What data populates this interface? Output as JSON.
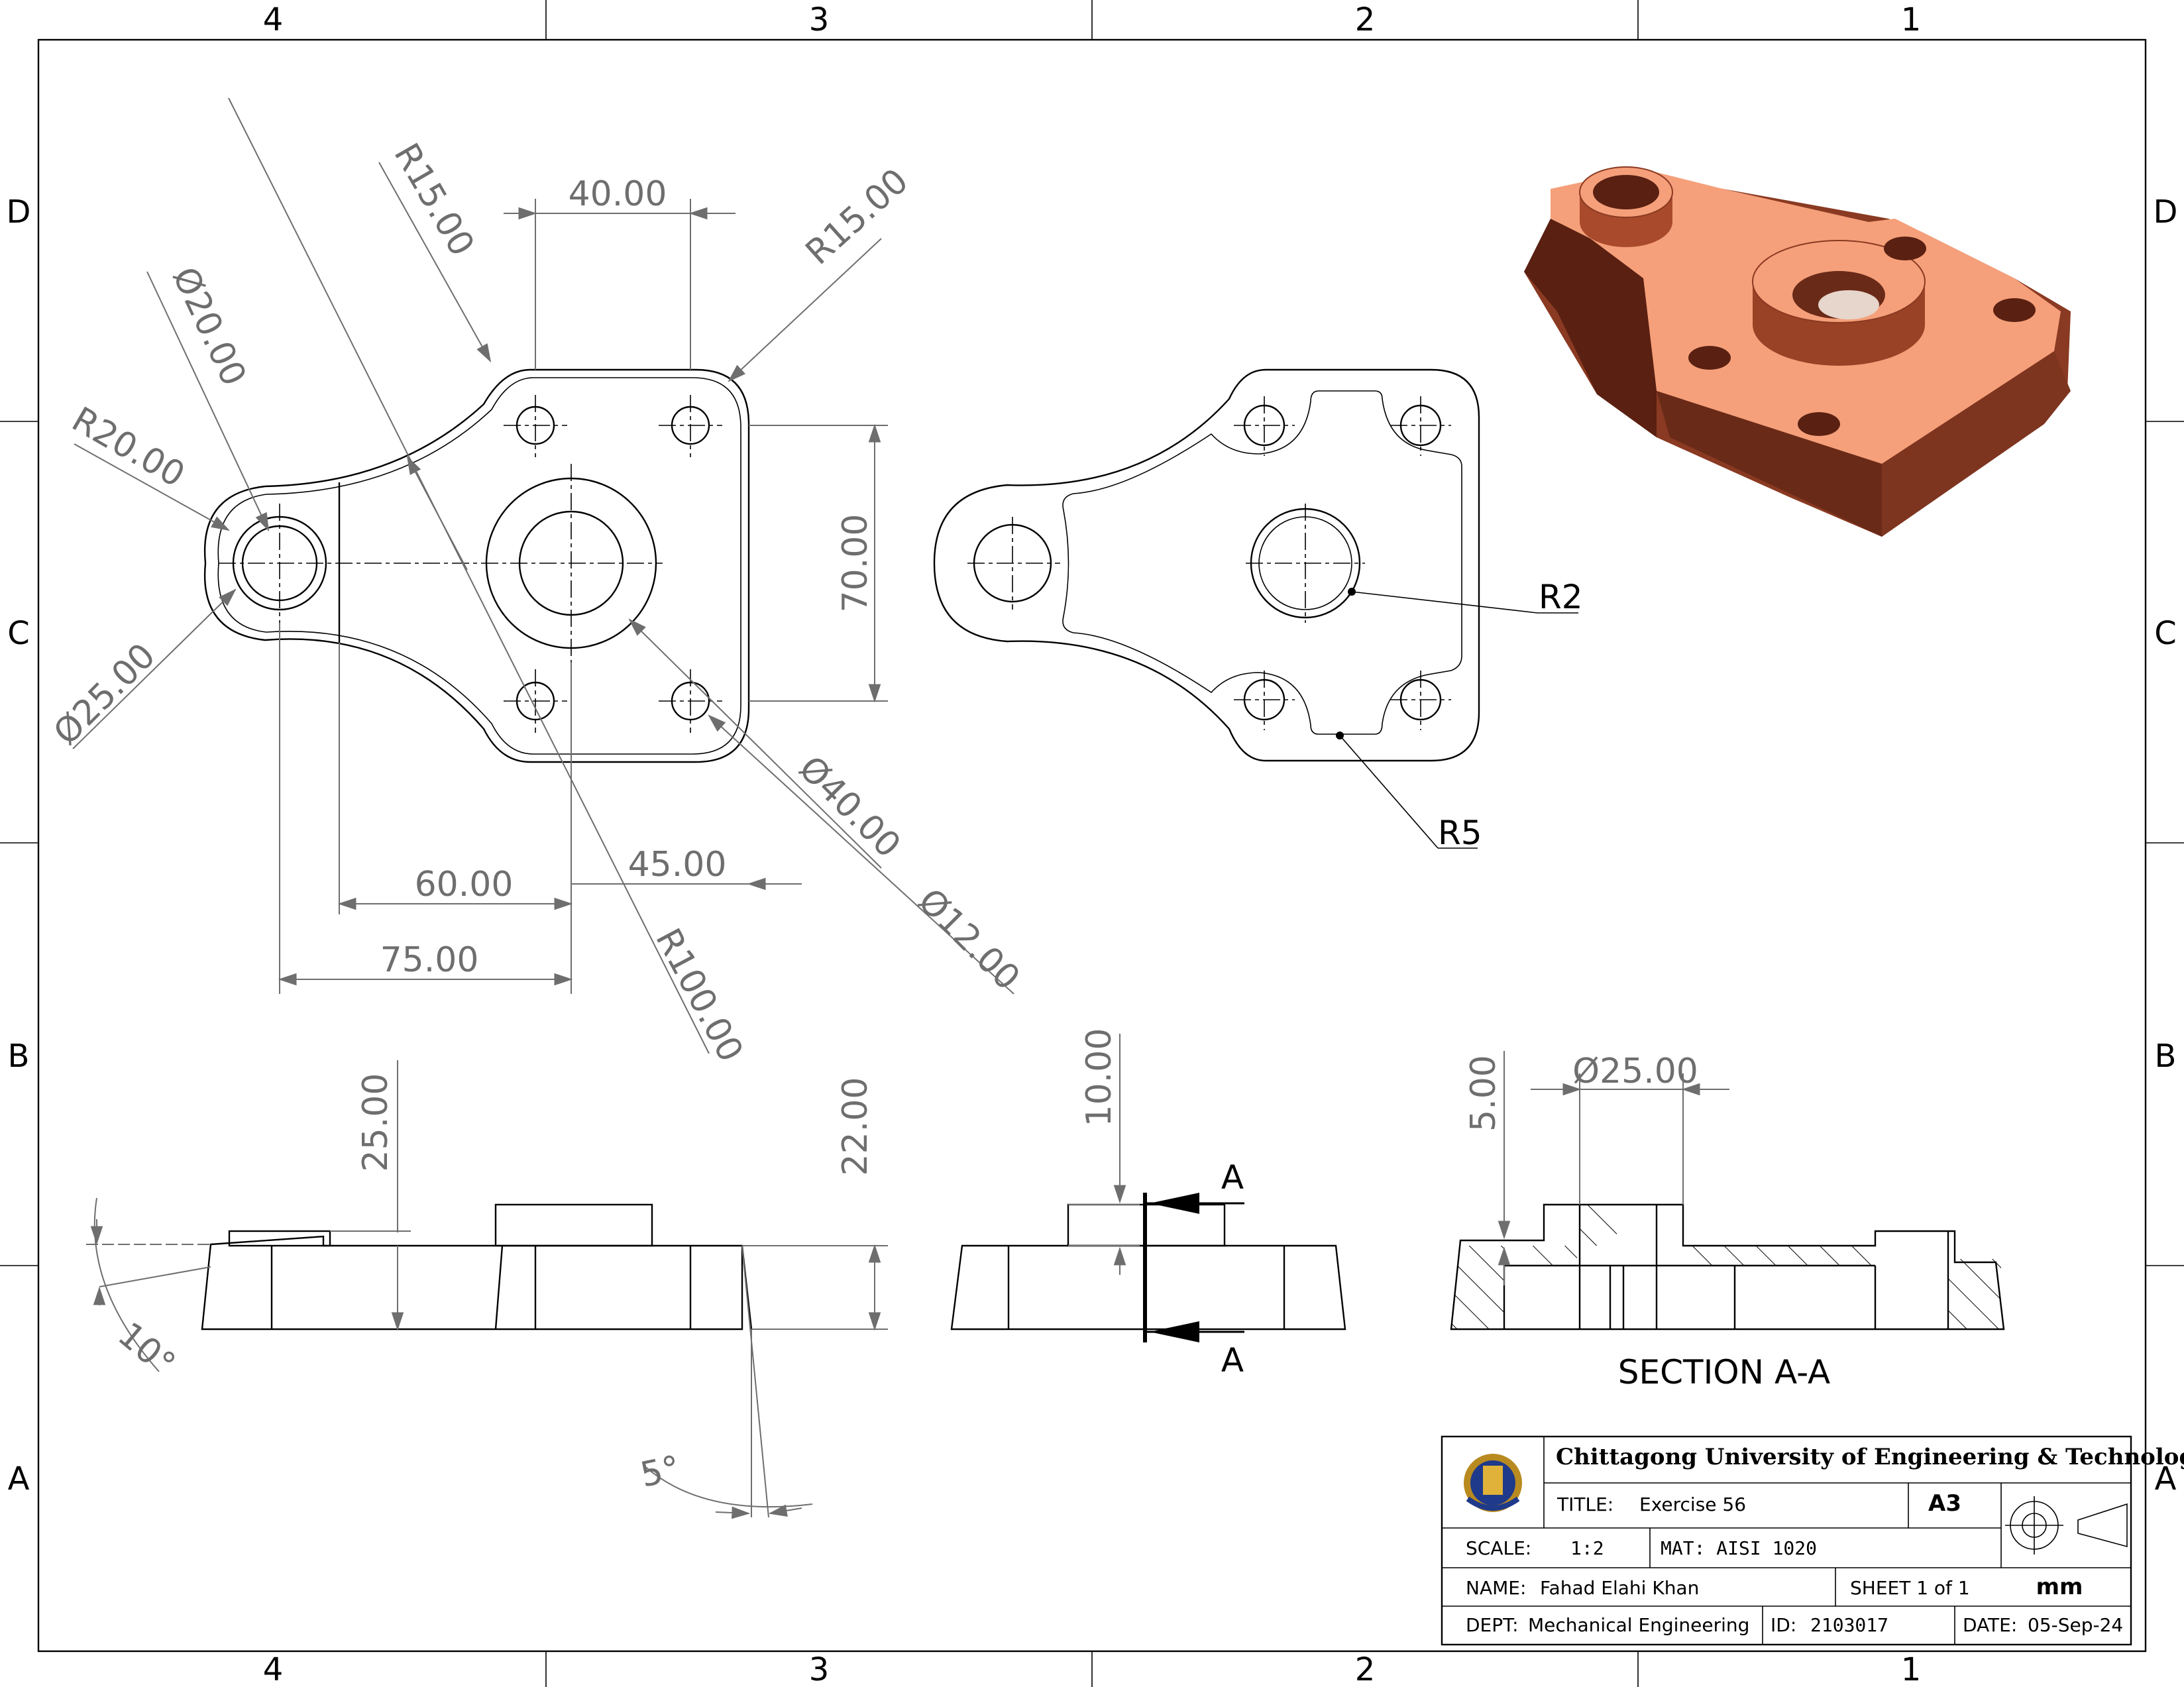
{
  "zones": {
    "cols": [
      "4",
      "3",
      "2",
      "1"
    ],
    "rows": [
      "D",
      "C",
      "B",
      "A"
    ]
  },
  "top_view_dims": {
    "r15_left": "R15.00",
    "width_40": "40.00",
    "r15_right": "R15.00",
    "dia20": "Ø20.00",
    "r20": "R20.00",
    "height_70": "70.00",
    "dia25": "Ø25.00",
    "dia40": "Ø40.00",
    "d60": "60.00",
    "d45": "45.00",
    "dia12": "Ø12.00",
    "d75": "75.00",
    "r100": "R100.00"
  },
  "bottom_view_dims": {
    "r2": "R2",
    "r5": "R5"
  },
  "front_view_dims": {
    "h25": "25.00",
    "h22": "22.00",
    "angle10": "10°",
    "angle5": "5°"
  },
  "side_view_dims": {
    "h10": "10.00",
    "cut_label_top": "A",
    "cut_label_bottom": "A"
  },
  "section_view": {
    "h5": "5.00",
    "dia25": "Ø25.00",
    "title": "SECTION A-A"
  },
  "title_block": {
    "university": "Chittagong University of Engineering & Technology",
    "title_label": "TITLE:",
    "title_value": "Exercise 56",
    "size": "A3",
    "scale_label": "SCALE:",
    "scale_value": "1:2",
    "mat": "MAT: AISI 1020",
    "name_label": "NAME:",
    "name_value": "Fahad Elahi Khan",
    "sheet": "SHEET 1 of 1",
    "units": "mm",
    "dept_label": "DEPT:",
    "dept_value": "Mechanical Engineering",
    "id_label": "ID:",
    "id_value": "2103017",
    "date_label": "DATE:",
    "date_value": "05-Sep-24"
  },
  "colors": {
    "part_top": "#f5a07a",
    "part_side": "#8a3a22",
    "part_dark": "#5a2012",
    "dim_gray": "#6e6e6e"
  }
}
